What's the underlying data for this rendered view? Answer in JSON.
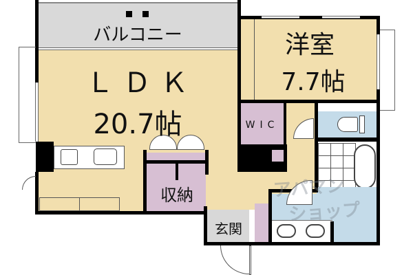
{
  "floorplan": {
    "rooms": {
      "balcony": {
        "label": "バルコニー"
      },
      "ldk": {
        "label": "ＬＤＫ",
        "size": "20.7帖"
      },
      "western_room": {
        "label": "洋室",
        "size": "7.7帖"
      },
      "wic": {
        "label": "WIC"
      },
      "storage": {
        "label": "収納"
      },
      "entrance": {
        "label": "玄関"
      }
    },
    "watermark": {
      "line1": "アパマン",
      "line2": "ショップ"
    },
    "colors": {
      "living": "#f2dfae",
      "balcony": "#d9d9d9",
      "storage": "#d7bfd3",
      "wet_area": "#c4dbe9",
      "entrance": "#d8d8d8",
      "wall": "#000000"
    }
  }
}
